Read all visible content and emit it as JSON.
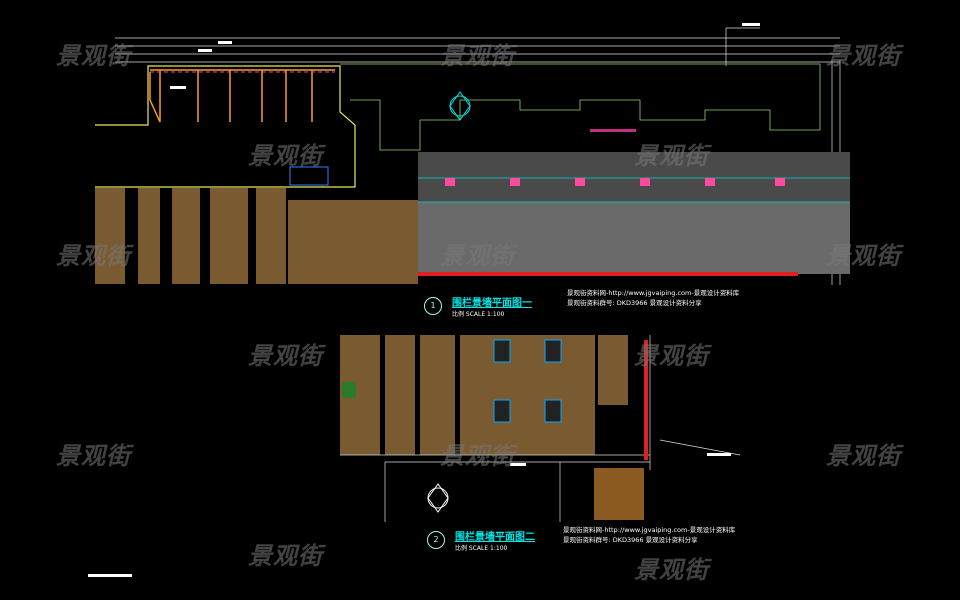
{
  "watermark": "景观街",
  "plans": [
    {
      "number": "1",
      "title": "围栏景墙平面图一",
      "scale": "比例 SCALE 1:100",
      "notes": [
        "景观街资料网-http://www.jgvaiping.com-景观设计资料库",
        "景观街资料群号: DKD3966  景观设计资料分享"
      ]
    },
    {
      "number": "2",
      "title": "围栏景墙平面图二",
      "scale": "比例 SCALE 1:100",
      "notes": [
        "景观街资料网-http://www.jgvaiping.com-景观设计资料库",
        "景观街资料群号: DKD3966  景观设计资料分享"
      ]
    }
  ],
  "colors": {
    "background": "#000000",
    "cyan": "#00e5e5",
    "wood": "#8a6a3a",
    "yellow": "#e8e860",
    "orange": "#ff9a20",
    "green": "#8fd36a"
  }
}
